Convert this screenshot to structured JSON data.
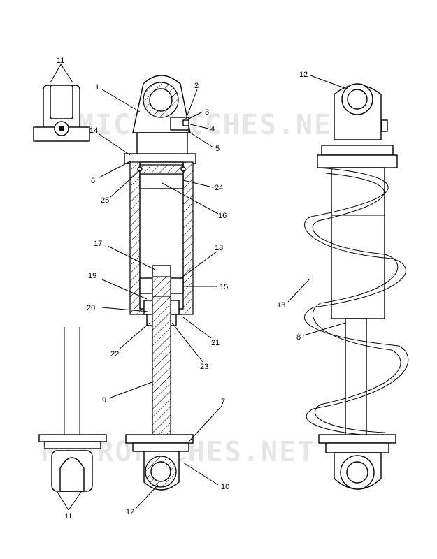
{
  "watermark": "MICROFICHES.NET",
  "callouts": [
    {
      "id": "c11a",
      "text": "11"
    },
    {
      "id": "c1",
      "text": "1"
    },
    {
      "id": "c2",
      "text": "2"
    },
    {
      "id": "c3",
      "text": "3"
    },
    {
      "id": "c4",
      "text": "4"
    },
    {
      "id": "c5",
      "text": "5"
    },
    {
      "id": "c14",
      "text": "14"
    },
    {
      "id": "c6",
      "text": "6"
    },
    {
      "id": "c25",
      "text": "25"
    },
    {
      "id": "c24",
      "text": "24"
    },
    {
      "id": "c16",
      "text": "16"
    },
    {
      "id": "c17",
      "text": "17"
    },
    {
      "id": "c18",
      "text": "18"
    },
    {
      "id": "c19",
      "text": "19"
    },
    {
      "id": "c15",
      "text": "15"
    },
    {
      "id": "c20",
      "text": "20"
    },
    {
      "id": "c21",
      "text": "21"
    },
    {
      "id": "c22",
      "text": "22"
    },
    {
      "id": "c23",
      "text": "23"
    },
    {
      "id": "c9",
      "text": "9"
    },
    {
      "id": "c7",
      "text": "7"
    },
    {
      "id": "c10",
      "text": "10"
    },
    {
      "id": "c12b",
      "text": "12"
    },
    {
      "id": "c11b",
      "text": "11"
    },
    {
      "id": "c12a",
      "text": "12"
    },
    {
      "id": "c13",
      "text": "13"
    },
    {
      "id": "c8",
      "text": "8"
    }
  ]
}
